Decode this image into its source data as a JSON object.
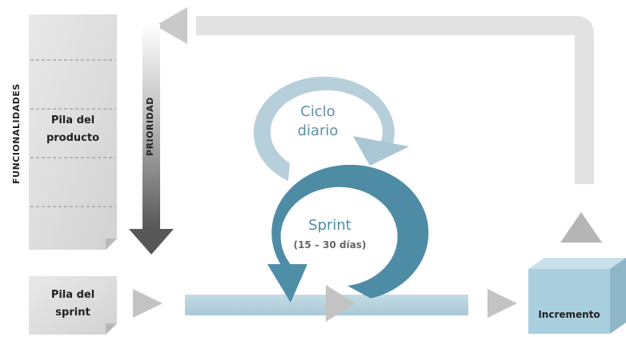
{
  "labels": {
    "funcionalidades": "FUNCIONALIDADES",
    "prioridad": "PRIORIDAD",
    "pila_producto_line1": "Pila del",
    "pila_producto_line2": "producto",
    "pila_sprint_line1": "Pila del",
    "pila_sprint_line2": "sprint",
    "ciclo_line1": "Ciclo",
    "ciclo_line2": "diario",
    "sprint": "Sprint",
    "sprint_duration": "(15 – 30 días)",
    "incremento": "Incremento"
  },
  "colors": {
    "backlog_paper": "#dcdcdc",
    "arrow_light_gray": "#d5d5d5",
    "arrow_mid_gray": "#b5b5b5",
    "priority_arrow": "#5a5a5a",
    "daily_cycle": "#b7cfda",
    "daily_cycle_text": "#5f8fa6",
    "sprint_cycle": "#4e8ca5",
    "sprint_cycle_text": "#4e8ca5",
    "sprint_bar": "#b7d3df",
    "increment_box": "#a9cfdf"
  }
}
